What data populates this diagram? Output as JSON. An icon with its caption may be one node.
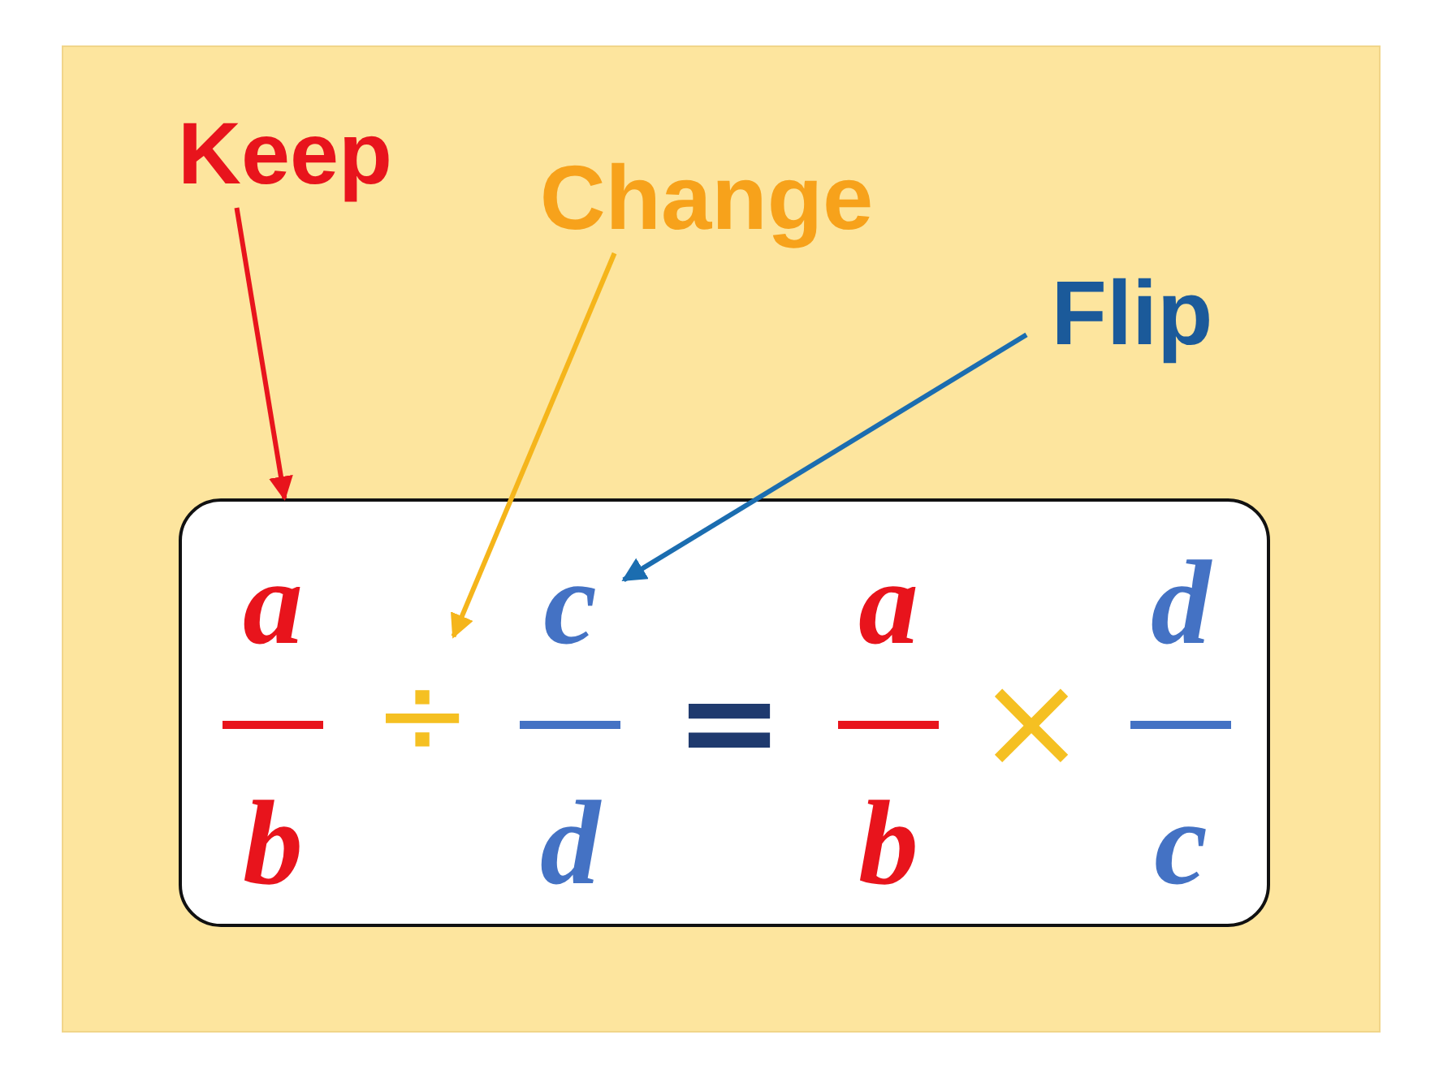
{
  "diagram": {
    "nodes": [
      {
        "text": [
          "Keep"
        ]
      },
      {
        "text": [
          "Change"
        ]
      },
      {
        "text": [
          "Flip"
        ]
      },
      {
        "text": [],
        "shape": "box"
      },
      {
        "text": [
          "a",
          "b"
        ],
        "in": 3
      },
      {
        "text": [
          "÷"
        ],
        "in": 3
      },
      {
        "text": [
          "c",
          "d"
        ],
        "in": 3
      },
      {
        "text": [
          "="
        ],
        "in": 3
      },
      {
        "text": [
          "a",
          "b"
        ],
        "in": 3
      },
      {
        "text": [
          "×"
        ],
        "in": 3
      },
      {
        "text": [
          "d",
          "c"
        ],
        "in": 3
      }
    ],
    "edges": [
      {
        "from": 0,
        "to": 3,
        "arrow": "to",
        "color": "#e8141c"
      },
      {
        "from": 1,
        "to": 5,
        "arrow": "to",
        "color": "#f5b51b"
      },
      {
        "from": 2,
        "to": 6,
        "arrow": "to",
        "color": "#1b6db0"
      }
    ]
  }
}
